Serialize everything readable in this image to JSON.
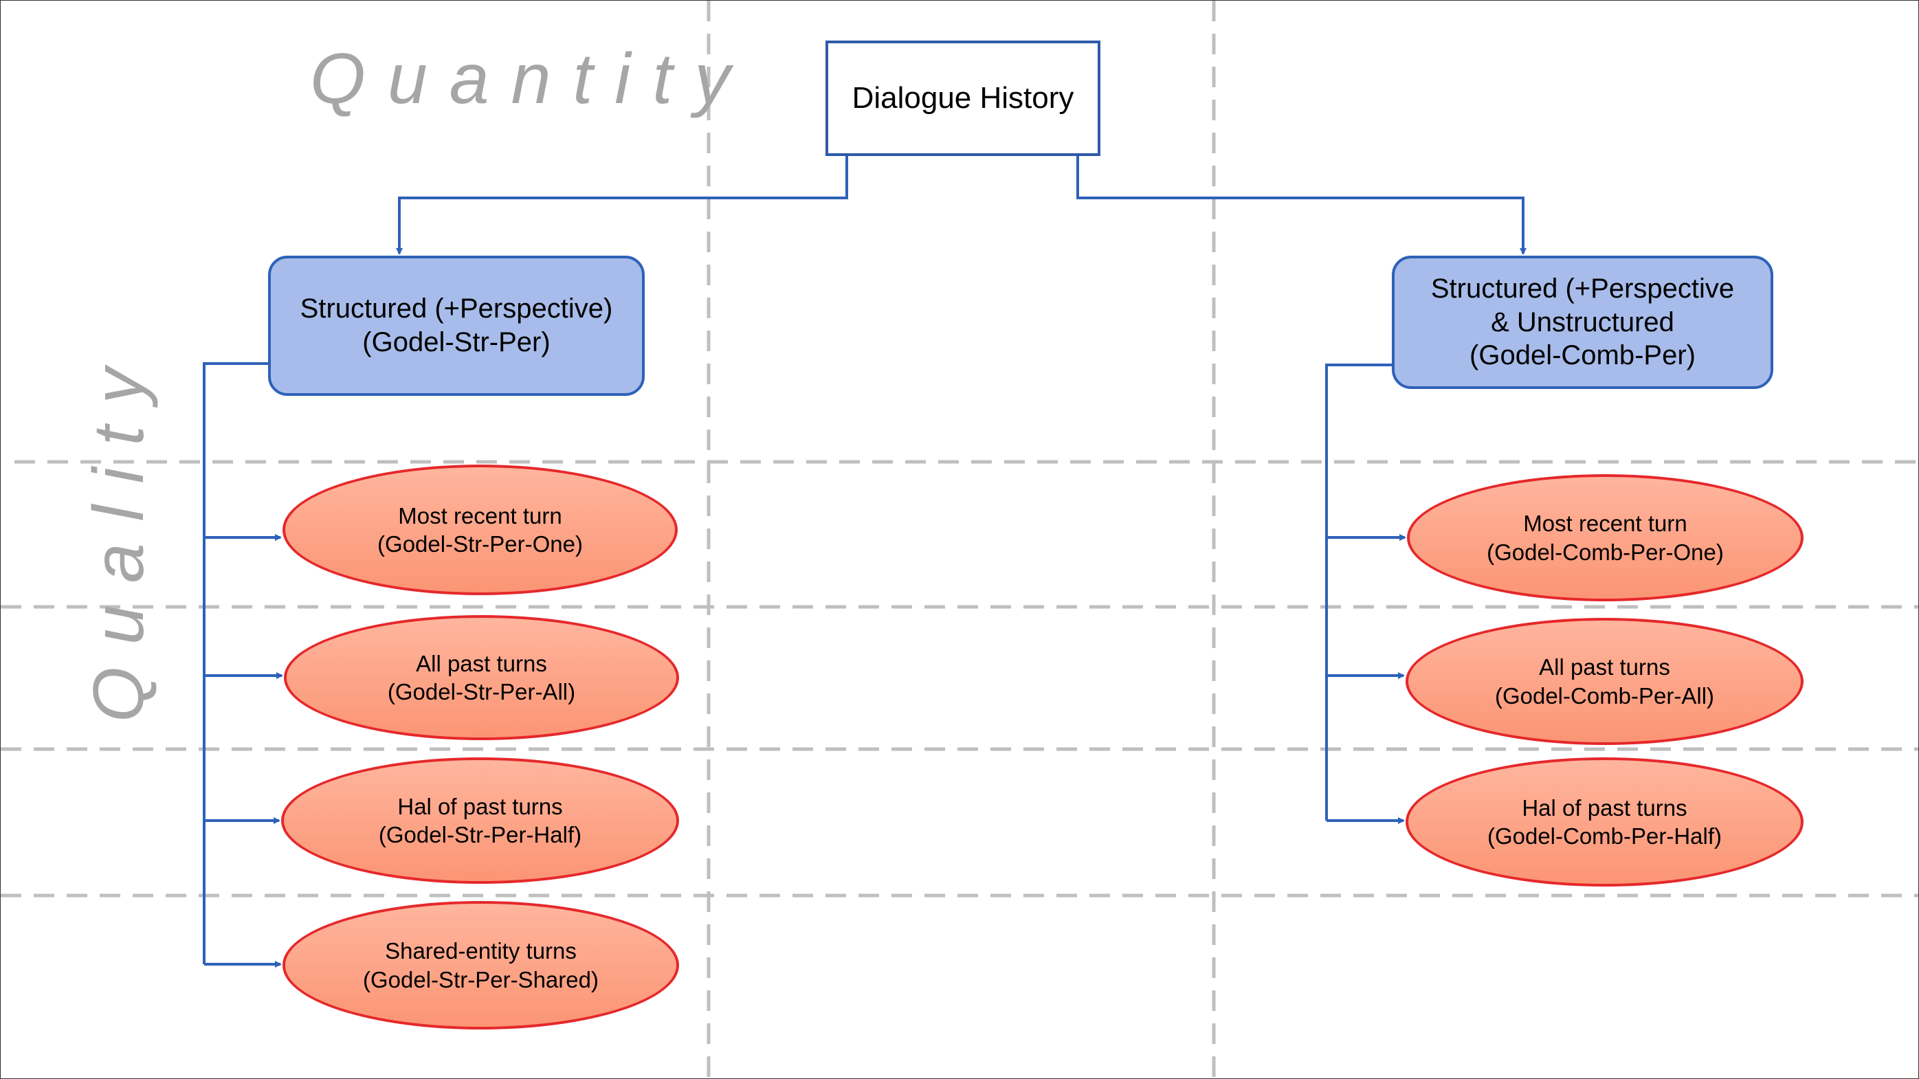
{
  "axis_labels": {
    "horizontal": "Quantity",
    "vertical": "Quality"
  },
  "root": {
    "label": "Dialogue History"
  },
  "categories": [
    {
      "label": "Structured (+Perspective)\n(Godel-Str-Per)"
    },
    {
      "label": "Structured (+Perspective\n& Unstructured\n(Godel-Comb-Per)"
    }
  ],
  "left_leaves": [
    {
      "label": "Most recent turn\n(Godel-Str-Per-One)"
    },
    {
      "label": "All past turns\n(Godel-Str-Per-All)"
    },
    {
      "label": "Hal of past turns\n(Godel-Str-Per-Half)"
    },
    {
      "label": "Shared-entity turns\n(Godel-Str-Per-Shared)"
    }
  ],
  "right_leaves": [
    {
      "label": "Most recent turn\n(Godel-Comb-Per-One)"
    },
    {
      "label": "All past turns\n(Godel-Comb-Per-All)"
    },
    {
      "label": "Hal of past turns\n(Godel-Comb-Per-Half)"
    }
  ],
  "colors": {
    "root_border": "#2e5aa8",
    "category_fill": "#a7bcea",
    "category_border": "#2e62b8",
    "leaf_fill": "#fca385",
    "leaf_border": "#e5282b",
    "connector": "#2e62b8",
    "gridline": "#bfbfbf",
    "axis_label": "#a6a6a6"
  }
}
